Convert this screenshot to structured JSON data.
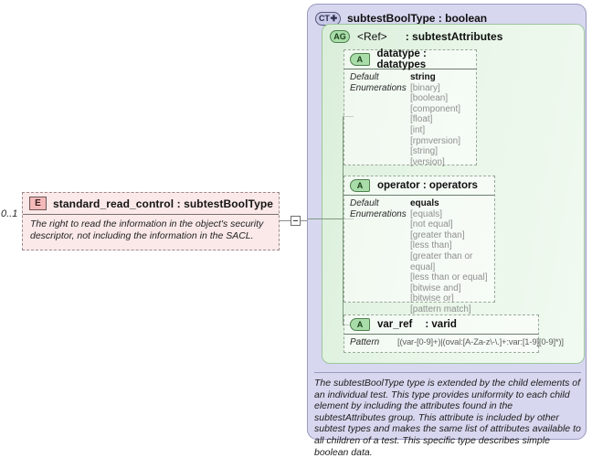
{
  "diagram": {
    "element": {
      "badge": "E",
      "title": "standard_read_control : subtestBoolType",
      "cardinality": "0..1",
      "documentation": "The right to read the information in the object's security descriptor, not including the information in the SACL."
    },
    "complex_type": {
      "badge": "CT",
      "title": "subtestBoolType : boolean",
      "documentation": "The subtestBoolType type is extended by the child elements of an individual test.  This type provides uniformity to each child element by including the attributes found in the subtestAttributes group.  This attribute is included by other subtest types and makes the same list of attributes available to all children of a test.  This specific type describes simple boolean data."
    },
    "attribute_group": {
      "badge": "AG",
      "ref_label": "<Ref>",
      "ref_type": ": subtestAttributes"
    },
    "attributes": [
      {
        "badge": "A",
        "title": "datatype : datatypes",
        "facet_labels": [
          "Default",
          "Enumerations"
        ],
        "default": "string",
        "enumerations": [
          "[binary]",
          "[boolean]",
          "[component]",
          "[float]",
          "[int]",
          "[rpmversion]",
          "[string]",
          "[version]"
        ]
      },
      {
        "badge": "A",
        "title": "operator : operators",
        "facet_labels": [
          "Default",
          "Enumerations"
        ],
        "default": "equals",
        "enumerations": [
          "[equals]",
          "[not equal]",
          "[greater than]",
          "[less than]",
          "[greater than or equal]",
          "[less than or equal]",
          "[bitwise and]",
          "[bitwise or]",
          "[pattern match]"
        ]
      },
      {
        "badge": "A",
        "title_name": "var_ref",
        "title_type": ": varid",
        "pattern_label": "Pattern",
        "pattern_value": "[(var-[0-9]+)|(oval:[A-Za-z\\-\\.]+:var:[1-9][0-9]*)]"
      }
    ],
    "colors": {
      "element_fill": "#fbe9e9",
      "complextype_fill": "#d7d7ef",
      "attrgroup_fill": "#e2f2e2",
      "badge_green": "#a8dca8",
      "badge_pink": "#f4b9b9"
    }
  }
}
